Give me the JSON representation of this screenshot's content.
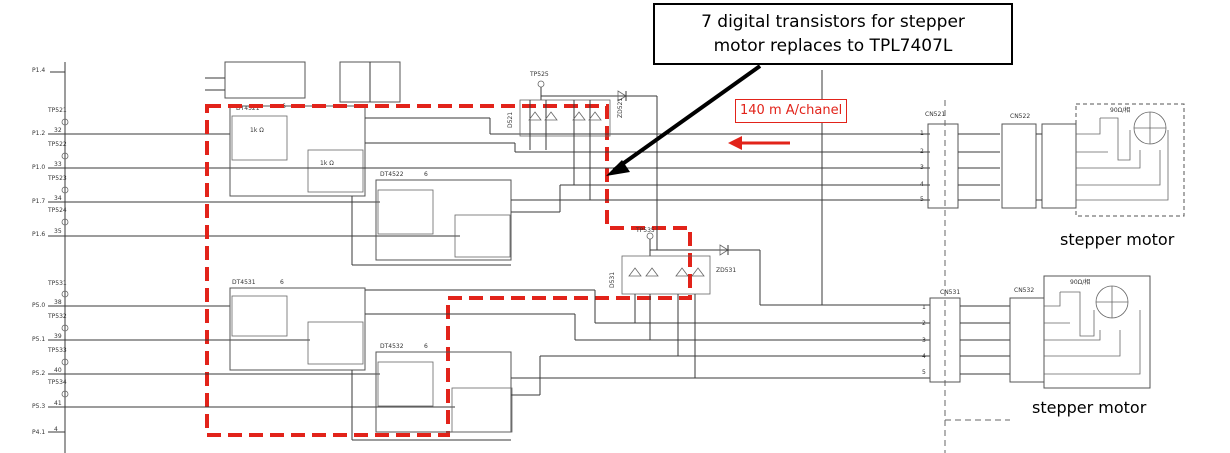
{
  "callout": {
    "line1": "7 digital transistors for stepper",
    "line2": "motor replaces to TPL7407L"
  },
  "current_label": "140 m A/chanel",
  "motor_labels": [
    "stepper motor",
    "stepper motor"
  ],
  "pins_upper": [
    {
      "tp": "TP521",
      "pin": "P1.2",
      "num": "32"
    },
    {
      "tp": "TP522",
      "pin": "P1.0",
      "num": "33"
    },
    {
      "tp": "TP523",
      "pin": "P1.7",
      "num": "34"
    },
    {
      "tp": "TP524",
      "pin": "P1.6",
      "num": "35"
    }
  ],
  "pins_lower": [
    {
      "tp": "TP531",
      "pin": "P5.0",
      "num": "38"
    },
    {
      "tp": "TP532",
      "pin": "P5.1",
      "num": "39"
    },
    {
      "tp": "TP533",
      "pin": "P5.2",
      "num": "40"
    },
    {
      "tp": "TP534",
      "pin": "P5.3",
      "num": "41"
    }
  ],
  "extra_pin": {
    "pin": "P4.1",
    "num": "4"
  },
  "chips": {
    "dt521": "DT4521",
    "dt522": "DT4522",
    "dt531": "DT4531",
    "dt532": "DT4532"
  },
  "connectors": {
    "cn521": "CN521",
    "cn522": "CN522",
    "cn531": "CN531",
    "cn532": "CN532"
  },
  "testpoints": {
    "tp525": "TP525",
    "tp535": "TP535"
  },
  "zeners": {
    "zd521": "ZD521",
    "zd531": "ZD531"
  },
  "diode_arrays": {
    "d521": "D521",
    "d531": "D531"
  },
  "motor_ratings": [
    "90Ω/相",
    "90Ω/相"
  ],
  "colors": {
    "highlight": "#e2231a",
    "wire": "#3a3a3a"
  }
}
